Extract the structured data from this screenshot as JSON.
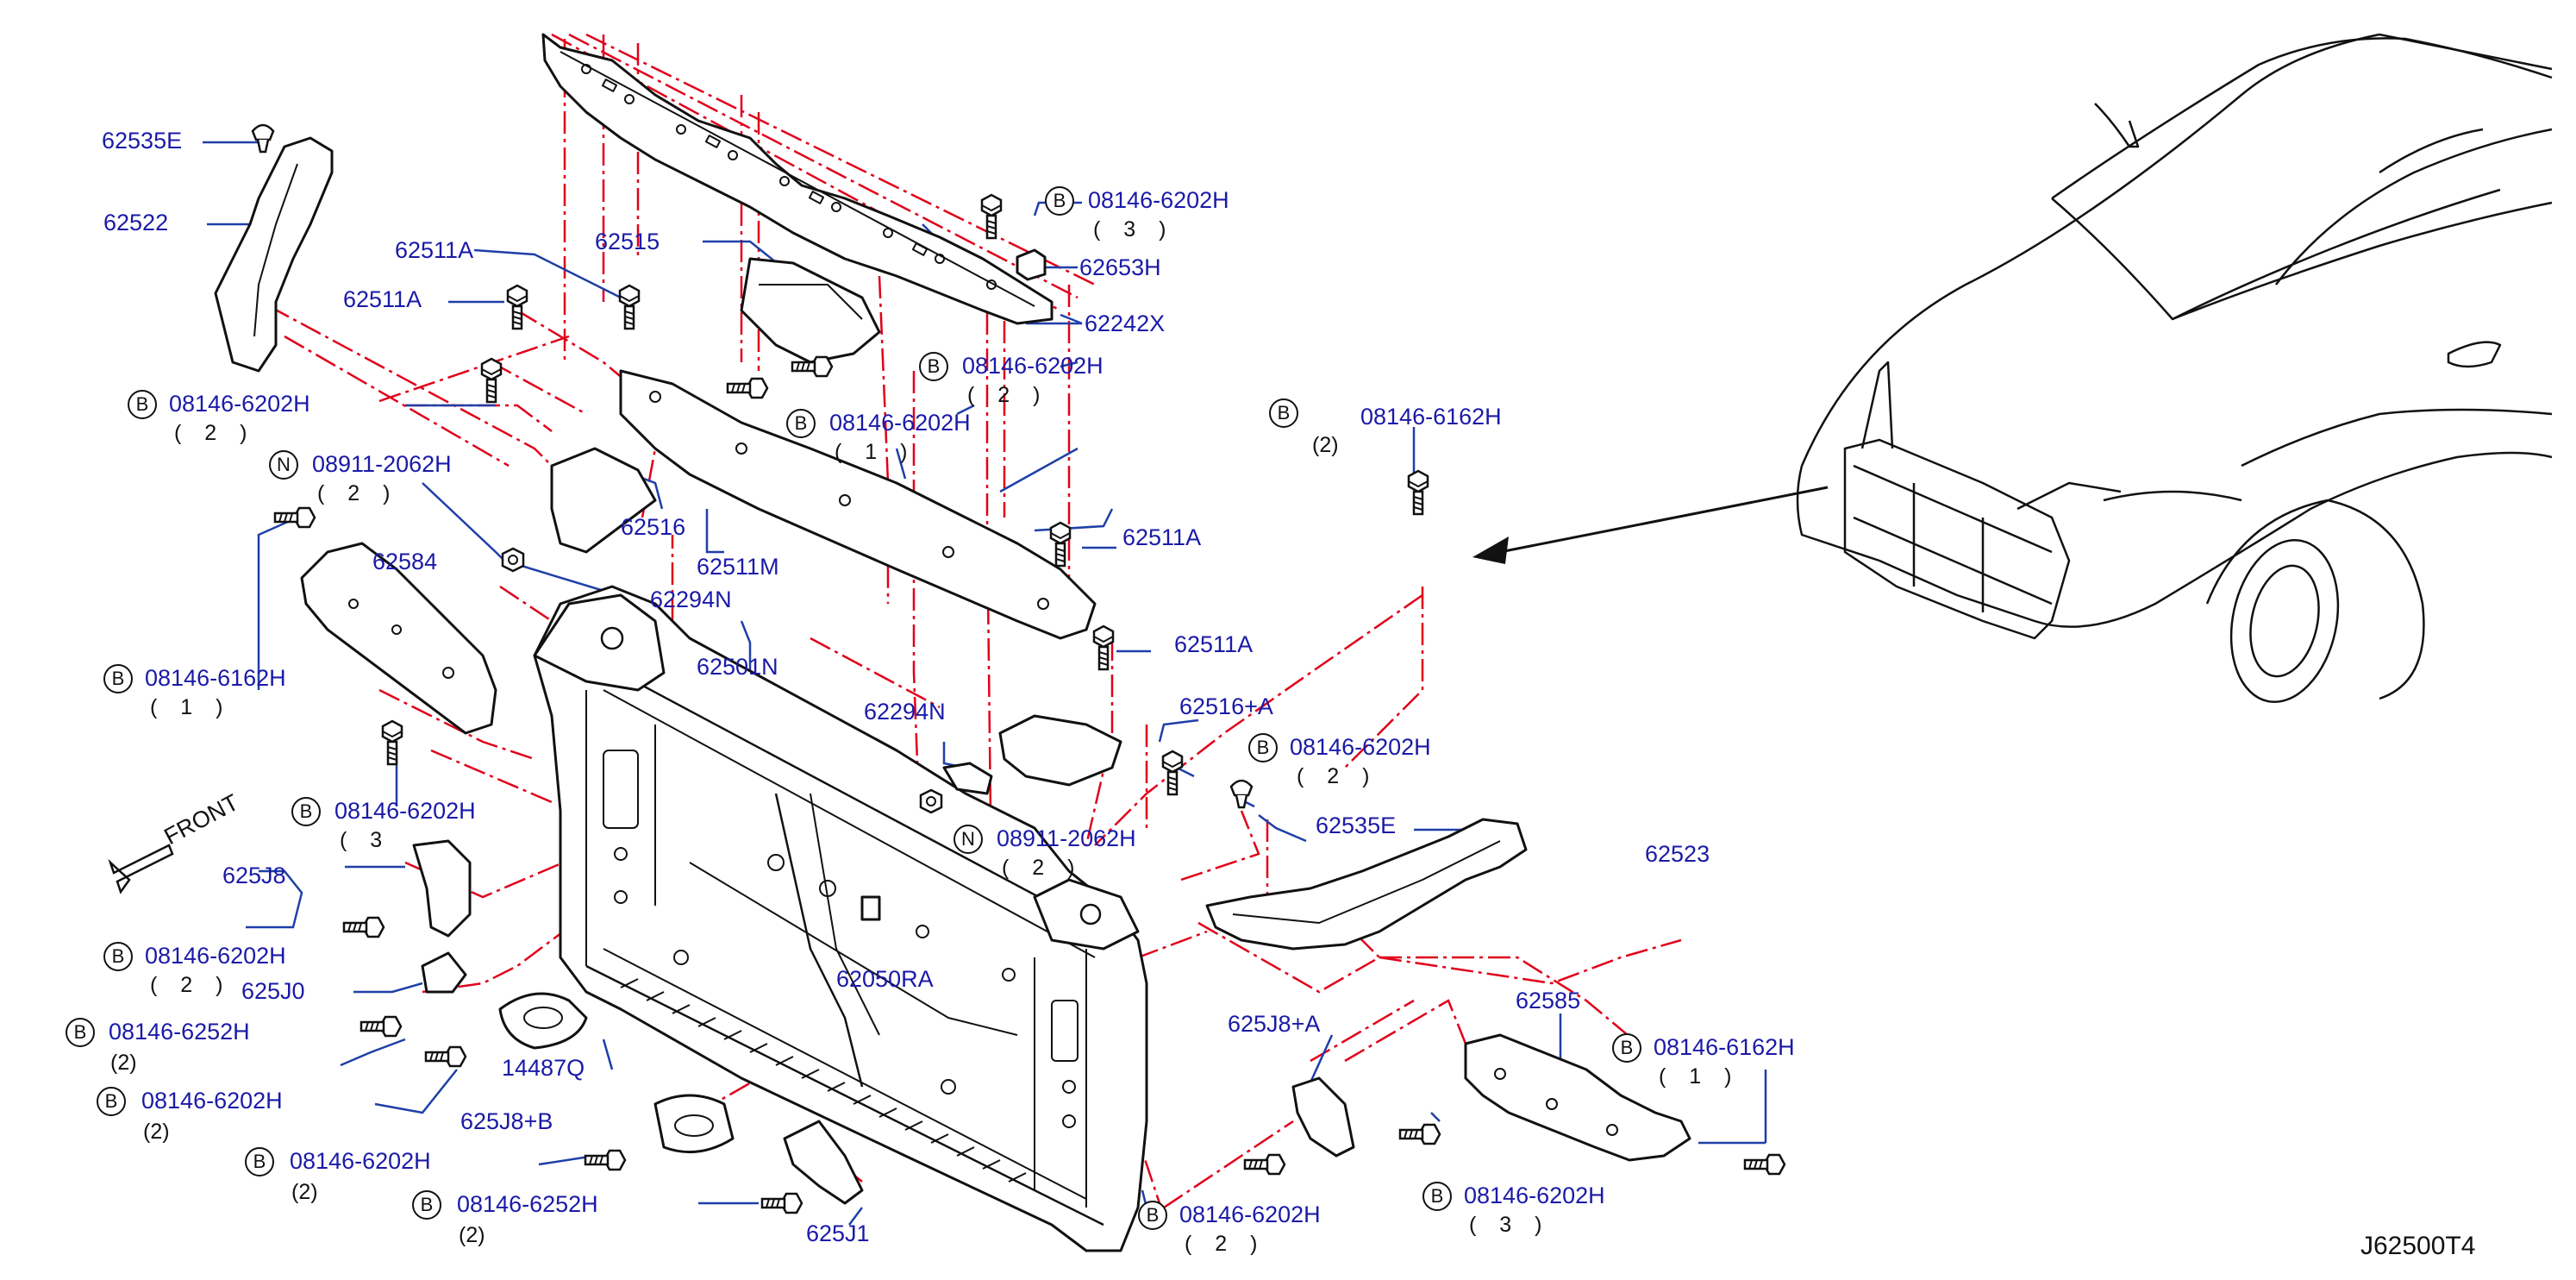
{
  "diagram_code": "J62500T4",
  "front_label": "FRONT",
  "parts": {
    "p62535E_top": "62535E",
    "p62522": "62522",
    "p62511A_1": "62511A",
    "p62511A_2": "62511A",
    "p62515": "62515",
    "p62516": "62516",
    "p62511M": "62511M",
    "p62294N_1": "62294N",
    "p62584": "62584",
    "p62501N": "62501N",
    "p62294N_2": "62294N",
    "p62516A": "62516+A",
    "p62511A_3": "62511A",
    "p62511A_4": "62511A",
    "p62653H": "62653H",
    "p62242X": "62242X",
    "p62535E_right": "62535E",
    "p62523": "62523",
    "p62050RA": "62050RA",
    "p625J8": "625J8",
    "p625J0": "625J0",
    "p14487Q": "14487Q",
    "p625J8B": "625J8+B",
    "p625J1": "625J1",
    "p625J8A": "625J8+A",
    "p62585": "62585"
  },
  "fasteners": {
    "f1": {
      "letter": "B",
      "code": "08146-6202H",
      "qty": "( 2 )"
    },
    "f2": {
      "letter": "N",
      "code": "08911-2062H",
      "qty": "( 2 )"
    },
    "f3": {
      "letter": "B",
      "code": "08146-6162H",
      "qty": "( 1 )"
    },
    "f4": {
      "letter": "B",
      "code": "08146-6202H",
      "qty": "( 3"
    },
    "f5": {
      "letter": "B",
      "code": "08146-6202H",
      "qty": "( 2 )"
    },
    "f6": {
      "letter": "B",
      "code": "08146-6252H",
      "qty": "(2)"
    },
    "f7": {
      "letter": "B",
      "code": "08146-6202H",
      "qty": "(2)"
    },
    "f8": {
      "letter": "B",
      "code": "08146-6202H",
      "qty": "(2)"
    },
    "f9": {
      "letter": "B",
      "code": "08146-6252H",
      "qty": "(2)"
    },
    "f10": {
      "letter": "B",
      "code": "08146-6202H",
      "qty": "( 3 )"
    },
    "f11": {
      "letter": "B",
      "code": "08146-6202H",
      "qty": "( 2 )"
    },
    "f12": {
      "letter": "B",
      "code": "08146-6202H",
      "qty": "( 1 )"
    },
    "f13": {
      "letter": "B",
      "code": "08146-6202H",
      "qty": "( 2 )"
    },
    "f14": {
      "letter": "N",
      "code": "08911-2062H",
      "qty": "( 2 )"
    },
    "f15": {
      "letter": "B",
      "code": "08146-6162H",
      "qty": "(2)"
    },
    "f16": {
      "letter": "B",
      "code": "08146-6162H",
      "qty": "( 1 )"
    },
    "f17": {
      "letter": "B",
      "code": "08146-6202H",
      "qty": "( 3 )"
    },
    "f18": {
      "letter": "B",
      "code": "08146-6202H",
      "qty": "( 2 )"
    }
  },
  "colors": {
    "label": "#1a1aa8",
    "leader": "#1f3fa8",
    "dash": "#e0001a",
    "outline": "#111111"
  }
}
